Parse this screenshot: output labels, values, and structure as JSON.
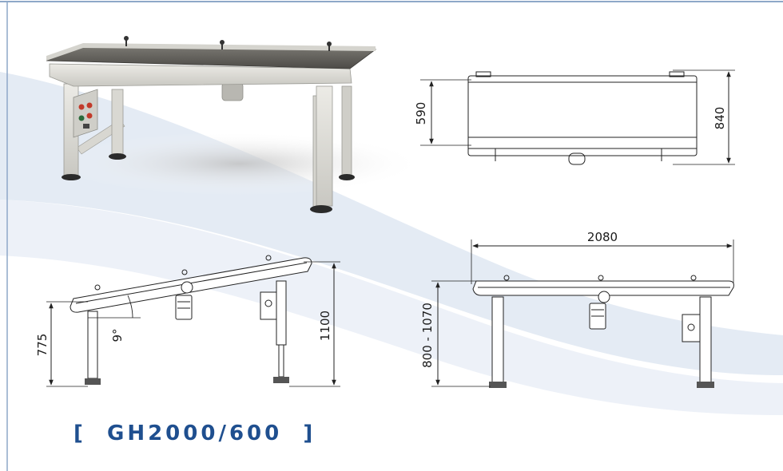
{
  "model_title": "[  GH2000/600  ]",
  "dimensions": {
    "top_view_width": "590",
    "top_view_overall": "840",
    "length": "2080",
    "incline_low_height": "775",
    "incline_angle": "9°",
    "incline_high_height": "1100",
    "side_height_range": "800 - 1070"
  },
  "colors": {
    "accent": "#1f4f8f",
    "swoosh": "#dfe8f2",
    "line": "#222222"
  }
}
